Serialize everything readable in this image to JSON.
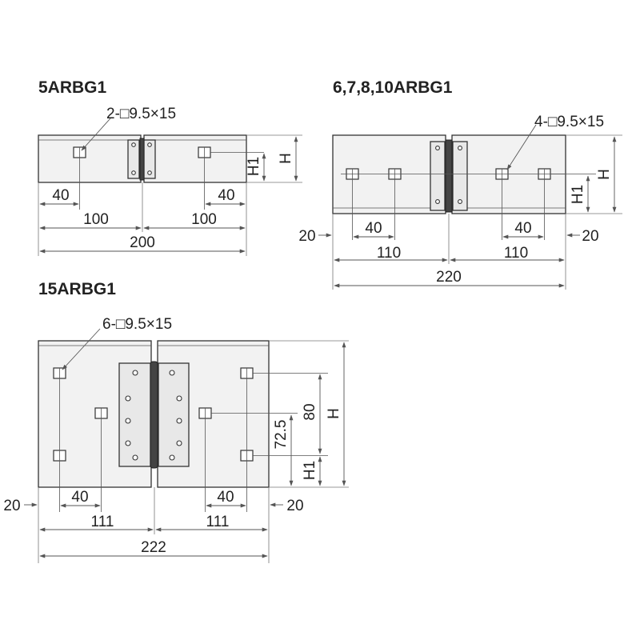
{
  "diagram": {
    "A": {
      "title": "5ARBG1",
      "hole_callout": "2-□9.5×15",
      "dims": {
        "left_40": "40",
        "right_40": "40",
        "left_100": "100",
        "right_100": "100",
        "total": "200",
        "h1": "H1",
        "h": "H"
      }
    },
    "B": {
      "title": "6,7,8,10ARBG1",
      "hole_callout": "4-□9.5×15",
      "dims": {
        "left_20": "20",
        "right_20": "20",
        "left_40": "40",
        "right_40": "40",
        "left_110": "110",
        "right_110": "110",
        "total": "220",
        "h1": "H1",
        "h": "H"
      }
    },
    "C": {
      "title": "15ARBG1",
      "hole_callout": "6-□9.5×15",
      "dims": {
        "left_20": "20",
        "right_20": "20",
        "left_40": "40",
        "right_40": "40",
        "left_111": "111",
        "right_111": "111",
        "total": "222",
        "d72": "72.5",
        "d80": "80",
        "h1": "H1",
        "h": "H"
      }
    }
  }
}
